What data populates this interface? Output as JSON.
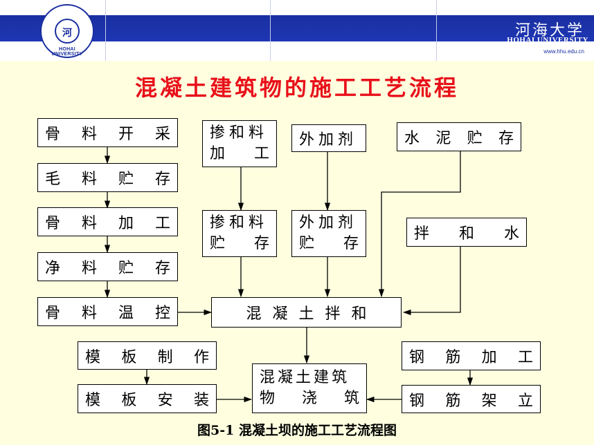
{
  "header": {
    "logo_text": "HOHAI UNIVERSITY",
    "logo_mark": "河",
    "brand_cn": "河海大学",
    "brand_en": "HOHAI UNIVERSITY",
    "brand_url": "www.hhu.edu.cn",
    "primary_color": "#1e36b4"
  },
  "title": "混凝土建筑物的施工工艺流程",
  "title_color": "#e8101a",
  "boxes": {
    "aggregate_quarrying": [
      "骨",
      "料",
      "开",
      "采"
    ],
    "raw_storage": [
      "毛",
      "料",
      "贮",
      "存"
    ],
    "aggregate_processing": [
      "骨",
      "料",
      "加",
      "工"
    ],
    "clean_storage": [
      "净",
      "料",
      "贮",
      "存"
    ],
    "aggregate_temp": [
      "骨",
      "料",
      "温",
      "控"
    ],
    "admixture_material_processing": {
      "line1": [
        "掺",
        "和",
        "料"
      ],
      "line2": [
        "加",
        "工"
      ]
    },
    "admixture_agent": [
      "外",
      "加",
      "剂"
    ],
    "cement_storage": [
      "水",
      "泥",
      "贮",
      "存"
    ],
    "admixture_material_storage": {
      "line1": [
        "掺",
        "和",
        "料"
      ],
      "line2": [
        "贮",
        "存"
      ]
    },
    "admixture_agent_storage": {
      "line1": [
        "外",
        "加",
        "剂"
      ],
      "line2": [
        "贮",
        "存"
      ]
    },
    "mixing_water": [
      "拌",
      "和",
      "水"
    ],
    "concrete_mixing": [
      "混",
      "凝",
      "土",
      "拌",
      "和"
    ],
    "formwork_making": [
      "模",
      "板",
      "制",
      "作"
    ],
    "formwork_install": [
      "模",
      "板",
      "安",
      "装"
    ],
    "concrete_pouring": {
      "line1": [
        "混",
        "凝",
        "土",
        "建",
        "筑"
      ],
      "line2": [
        "物",
        "浇",
        "筑"
      ]
    },
    "rebar_processing": [
      "钢",
      "筋",
      "加",
      "工"
    ],
    "rebar_erecting": [
      "钢",
      "筋",
      "架",
      "立"
    ]
  },
  "caption": "图5-1  混凝土坝的施工工艺流程图"
}
